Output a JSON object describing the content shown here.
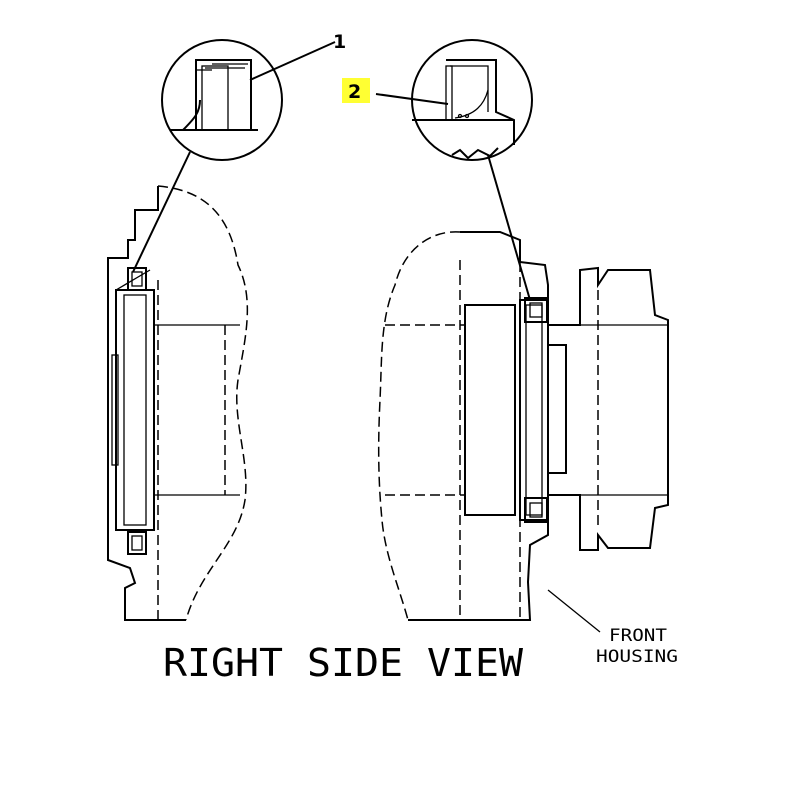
{
  "callouts": {
    "one": {
      "label": "1"
    },
    "two": {
      "label": "2",
      "highlight_color": "#ffff33"
    }
  },
  "caption": "RIGHT SIDE VIEW",
  "front_housing": {
    "line1": "FRONT",
    "line2": "HOUSING"
  }
}
